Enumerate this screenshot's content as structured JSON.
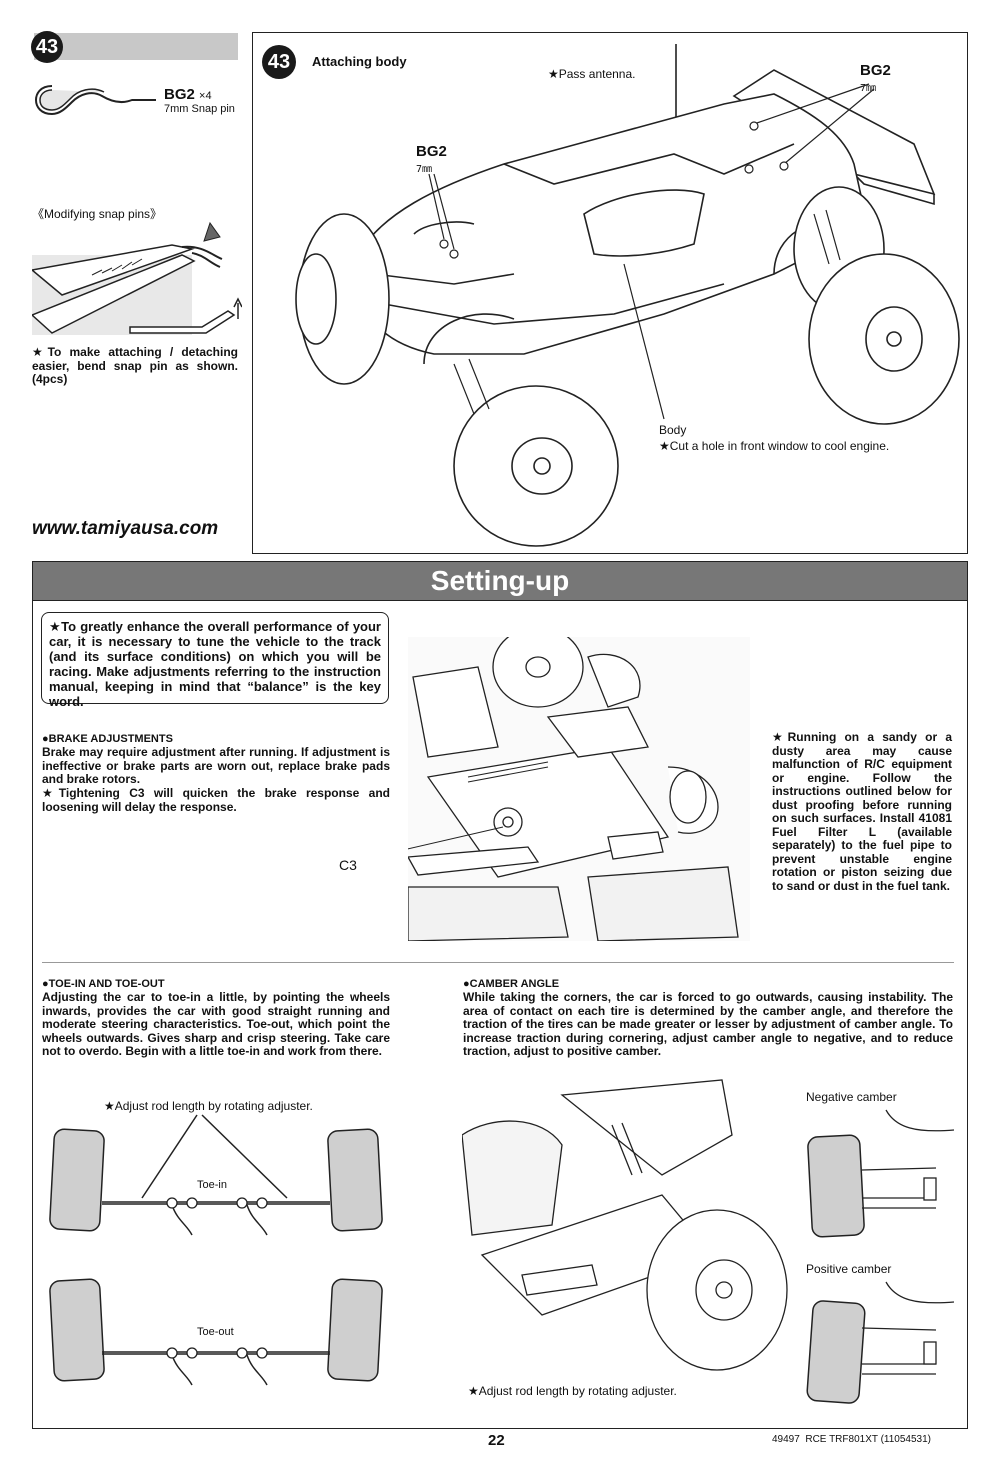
{
  "left_panel": {
    "step_number": "43",
    "part_code": "BG2",
    "part_qty": "×4",
    "part_name": "7mm Snap pin",
    "modifying_title": "《Modifying snap pins》",
    "note": "★To make attaching / detaching easier, bend snap pin as shown. (4pcs)",
    "website": "www.tamiyausa.com"
  },
  "step43": {
    "step_number": "43",
    "title": "Attaching body",
    "antenna_note": "★Pass antenna.",
    "bg2_label_left": "BG2",
    "bg2_size_left": "7㎜",
    "bg2_label_right": "BG2",
    "bg2_size_right": "7㎜",
    "body_label": "Body",
    "body_note": "★Cut a hole in front window to cool engine."
  },
  "setting_up": {
    "title": "Setting-up",
    "intro": "★To greatly enhance the overall performance of your car, it is necessary to tune the vehicle to the track (and its surface conditions) on which you will be racing. Make adjustments referring to the instruction manual, keeping in mind that “balance” is the key word.",
    "brake_heading": "●BRAKE ADJUSTMENTS",
    "brake_text1": "Brake may require adjustment after running. If adjustment is ineffective or brake parts are worn out, replace brake pads and brake rotors.",
    "brake_text2": "★Tightening C3 will quicken the brake response and loosening will delay the response.",
    "c3_label": "C3",
    "sandy_note": "★Running on a sandy or a dusty area may cause malfunction of R/C equipment or engine. Follow the instructions outlined below for dust proofing before running on such surfaces. Install 41081 Fuel Filter L (available separately) to the fuel pipe to prevent unstable engine rotation or piston seizing due to sand or dust in the fuel tank.",
    "toe_heading": "●TOE-IN AND TOE-OUT",
    "toe_text": "Adjusting the car to toe-in a little, by pointing the wheels inwards, provides the car with good straight running and moderate steering characteristics. Toe-out, which point the wheels outwards. Gives sharp and crisp steering. Take care not to overdo. Begin with a little toe-in and work from there.",
    "toe_adjust_note": "★Adjust rod length by rotating adjuster.",
    "toe_in_label": "Toe-in",
    "toe_out_label": "Toe-out",
    "camber_heading": "●CAMBER ANGLE",
    "camber_text": "While taking the corners, the car is forced to go outwards, causing instability. The area of contact on each tire is determined by the camber angle, and therefore the traction of the tires can be made greater or lesser by adjustment of camber angle. To increase traction during cornering, adjust camber angle to negative, and to reduce traction, adjust to positive camber.",
    "negative_camber": "Negative camber",
    "positive_camber": "Positive camber",
    "camber_adjust_note": "★Adjust rod length by rotating adjuster."
  },
  "footer": {
    "page_number": "22",
    "code": "49497  RCE TRF801XT (11054531)"
  }
}
